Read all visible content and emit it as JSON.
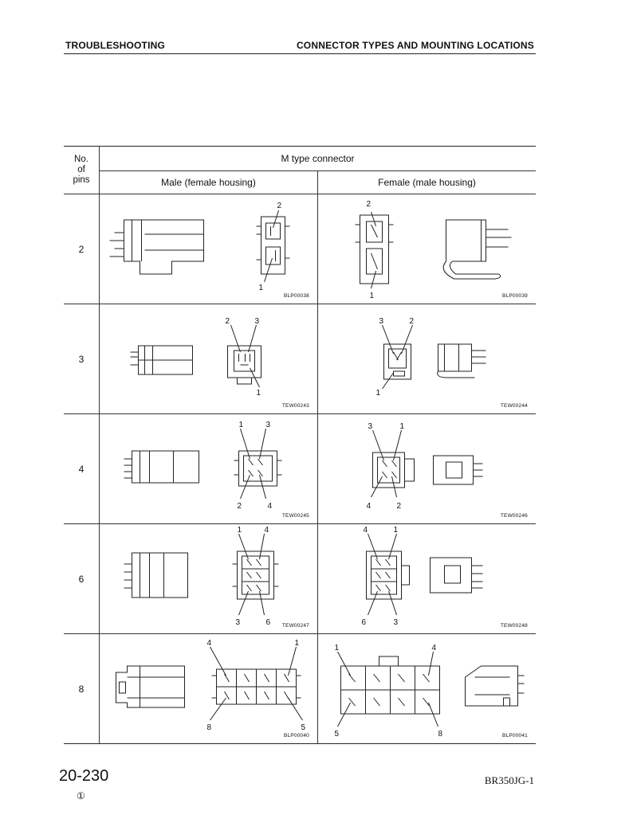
{
  "header": {
    "left": "TROUBLESHOOTING",
    "right": "CONNECTOR TYPES AND MOUNTING LOCATIONS"
  },
  "table": {
    "no_of_pins_label": "No.\nof\npins",
    "title": "M type connector",
    "male_label": "Male (female housing)",
    "female_label": "Female (male housing)",
    "rows": [
      {
        "pins": "2",
        "male_code": "BLP00038",
        "female_code": "BLP00039",
        "male_labels": [
          "2",
          "1"
        ],
        "female_labels": [
          "2",
          "1"
        ]
      },
      {
        "pins": "3",
        "male_code": "TEW00243",
        "female_code": "TEW00244",
        "male_labels": [
          "2",
          "3",
          "1"
        ],
        "female_labels": [
          "3",
          "2",
          "1"
        ]
      },
      {
        "pins": "4",
        "male_code": "TEW00245",
        "female_code": "TEW00246",
        "male_labels": [
          "1",
          "3",
          "2",
          "4"
        ],
        "female_labels": [
          "3",
          "1",
          "4",
          "2"
        ]
      },
      {
        "pins": "6",
        "male_code": "TEW00247",
        "female_code": "TEW00248",
        "male_labels": [
          "1",
          "4",
          "3",
          "6"
        ],
        "female_labels": [
          "4",
          "1",
          "6",
          "3"
        ]
      },
      {
        "pins": "8",
        "male_code": "BLP00040",
        "female_code": "BLP00041",
        "male_labels": [
          "4",
          "1",
          "8",
          "5"
        ],
        "female_labels": [
          "1",
          "4",
          "5",
          "8"
        ]
      }
    ]
  },
  "footer": {
    "page": "20-230",
    "revision": "①",
    "model": "BR350JG-1"
  }
}
